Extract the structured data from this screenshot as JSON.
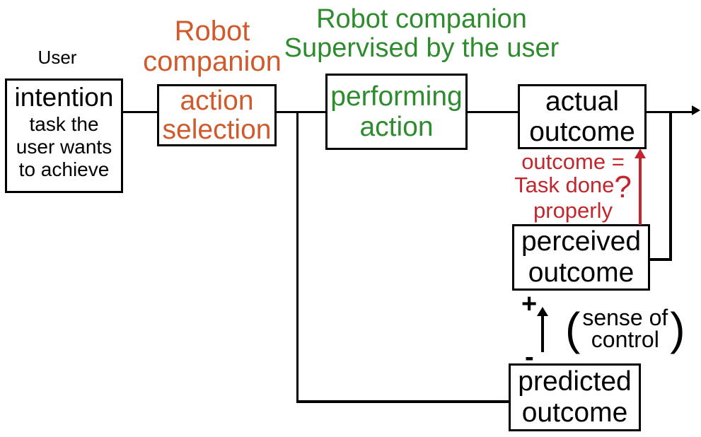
{
  "colors": {
    "orange": "#D05A2C",
    "green": "#2E8B2E",
    "red": "#C1272D",
    "black": "#000000"
  },
  "labels": {
    "user": "User",
    "robot_companion_line1": "Robot",
    "robot_companion_line2": "companion",
    "supervised_line1": "Robot companion",
    "supervised_line2": "Supervised by the user"
  },
  "boxes": {
    "intention": {
      "title": "intention",
      "line1": "task the",
      "line2": "user wants",
      "line3": "to achieve"
    },
    "action_selection": {
      "line1": "action",
      "line2": "selection"
    },
    "performing_action": {
      "line1": "performing",
      "line2": "action"
    },
    "actual_outcome": {
      "line1": "actual",
      "line2": "outcome"
    },
    "perceived_outcome": {
      "line1": "perceived",
      "line2": "outcome"
    },
    "predicted_outcome": {
      "line1": "predicted",
      "line2": "outcome"
    }
  },
  "annotations": {
    "comparison_line1": "outcome =",
    "comparison_line2": "Task done",
    "comparison_qmark": "?",
    "comparison_line3": "properly",
    "plus": "+",
    "minus": "-",
    "paren_open": "(",
    "sense_line1": "sense of",
    "sense_line2": "control",
    "paren_close": ")"
  }
}
